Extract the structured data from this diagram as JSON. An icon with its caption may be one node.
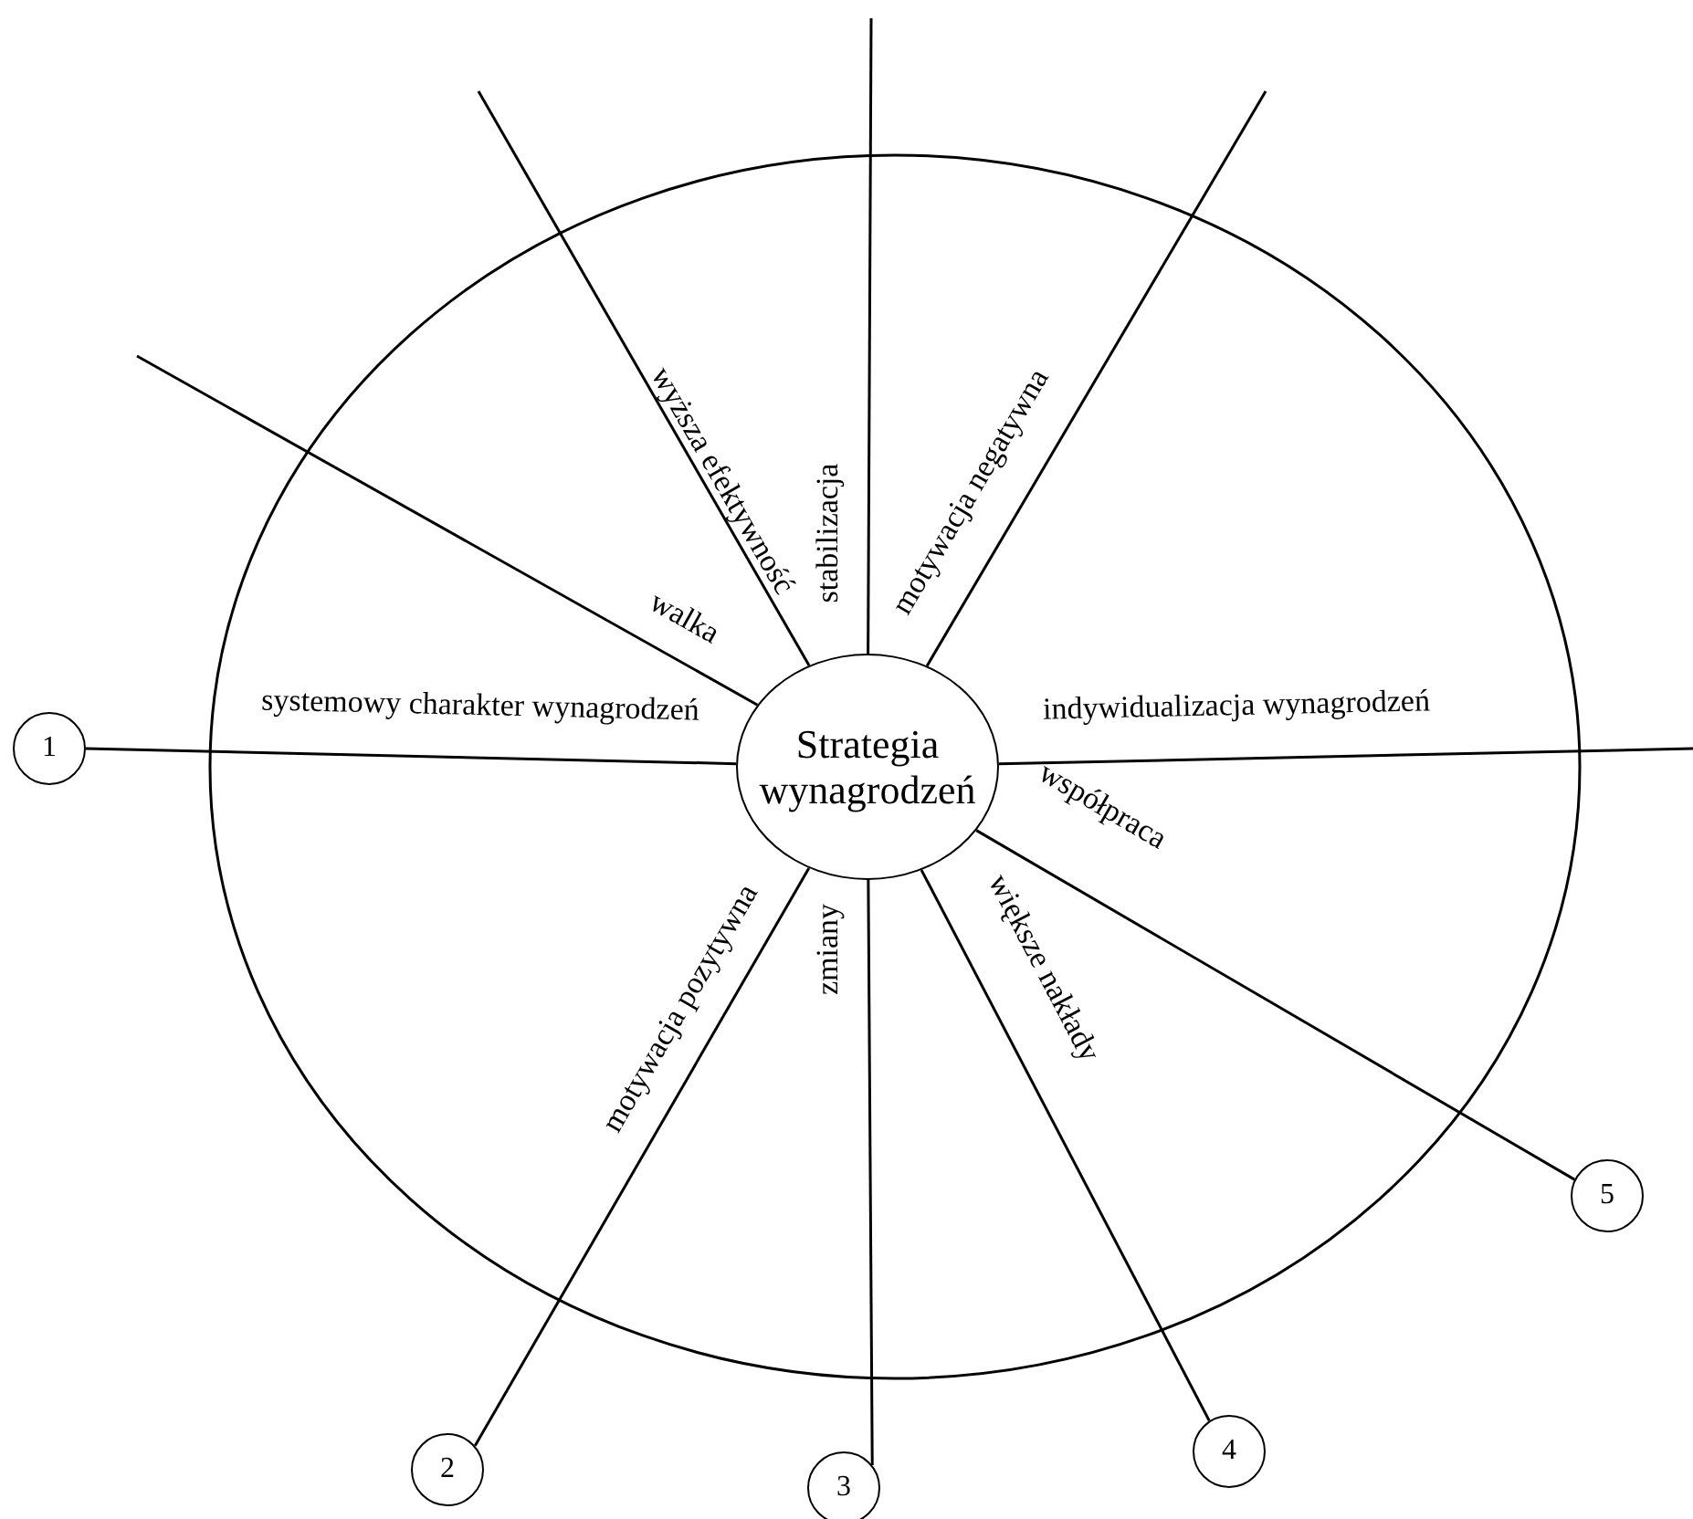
{
  "diagram": {
    "nodes": [
      {
        "text": [
          "Strategia wynagrodzeń"
        ]
      },
      {
        "text": [
          "1"
        ]
      },
      {
        "text": [
          "2"
        ]
      },
      {
        "text": [
          "3"
        ]
      },
      {
        "text": [
          "4"
        ]
      },
      {
        "text": [
          "5"
        ]
      }
    ],
    "edges": [
      {
        "from": 0,
        "to": 1,
        "arrow": "none",
        "label": "systemowy charakter wynagrodzeń"
      },
      {
        "from": 0,
        "to": null,
        "arrow": "none",
        "label": "walka"
      },
      {
        "from": 0,
        "to": null,
        "arrow": "none",
        "label": "wyższa efektywność"
      },
      {
        "from": 0,
        "to": null,
        "arrow": "none",
        "label": "stabilizacja"
      },
      {
        "from": 0,
        "to": null,
        "arrow": "none",
        "label": "motywacja negatywna"
      },
      {
        "from": 0,
        "to": null,
        "arrow": "none",
        "label": "indywidualizacja wynagrodzeń"
      },
      {
        "from": 0,
        "to": 5,
        "arrow": "none",
        "label": "współpraca"
      },
      {
        "from": 0,
        "to": 4,
        "arrow": "none",
        "label": "większe nakłady"
      },
      {
        "from": 0,
        "to": 3,
        "arrow": "none",
        "label": "zmiany"
      },
      {
        "from": 0,
        "to": 2,
        "arrow": "none",
        "label": "motywacja pozytywna"
      }
    ]
  }
}
